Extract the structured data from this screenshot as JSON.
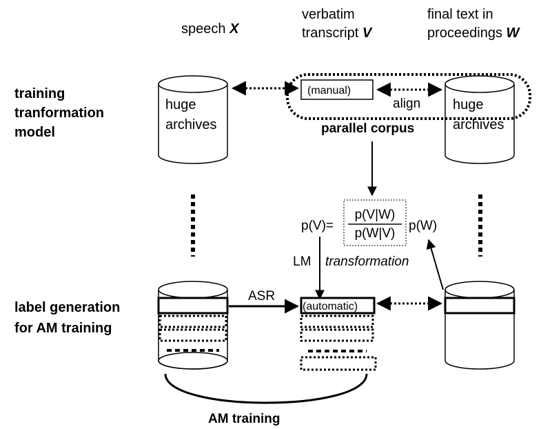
{
  "columns": {
    "speech": {
      "text": "speech ",
      "var": "X"
    },
    "verbatim": {
      "line1": "verbatim",
      "line2": "transcript ",
      "var": "V"
    },
    "final": {
      "line1": "final text in",
      "line2": "proceedings ",
      "var": "W"
    }
  },
  "rows": {
    "training": {
      "line1": "training",
      "line2": "tranformation",
      "line3": "model"
    },
    "label": {
      "line1": "label generation",
      "line2": "for AM training"
    }
  },
  "archives": {
    "speech": {
      "line1": "huge",
      "line2": "archives"
    },
    "final": {
      "line1": "huge",
      "line2": "archives"
    }
  },
  "boxes": {
    "manual": "(manual)",
    "automatic": "(automatic)"
  },
  "labels": {
    "align": "align",
    "parallel_corpus": "parallel corpus",
    "asr": "ASR",
    "lm": "LM",
    "transformation": "transformation",
    "am_training": "AM training"
  },
  "formula": {
    "lhs": "p(V)=",
    "numerator": "p(V|W)",
    "denominator": "p(W|V)",
    "rhs": "p(W)"
  }
}
